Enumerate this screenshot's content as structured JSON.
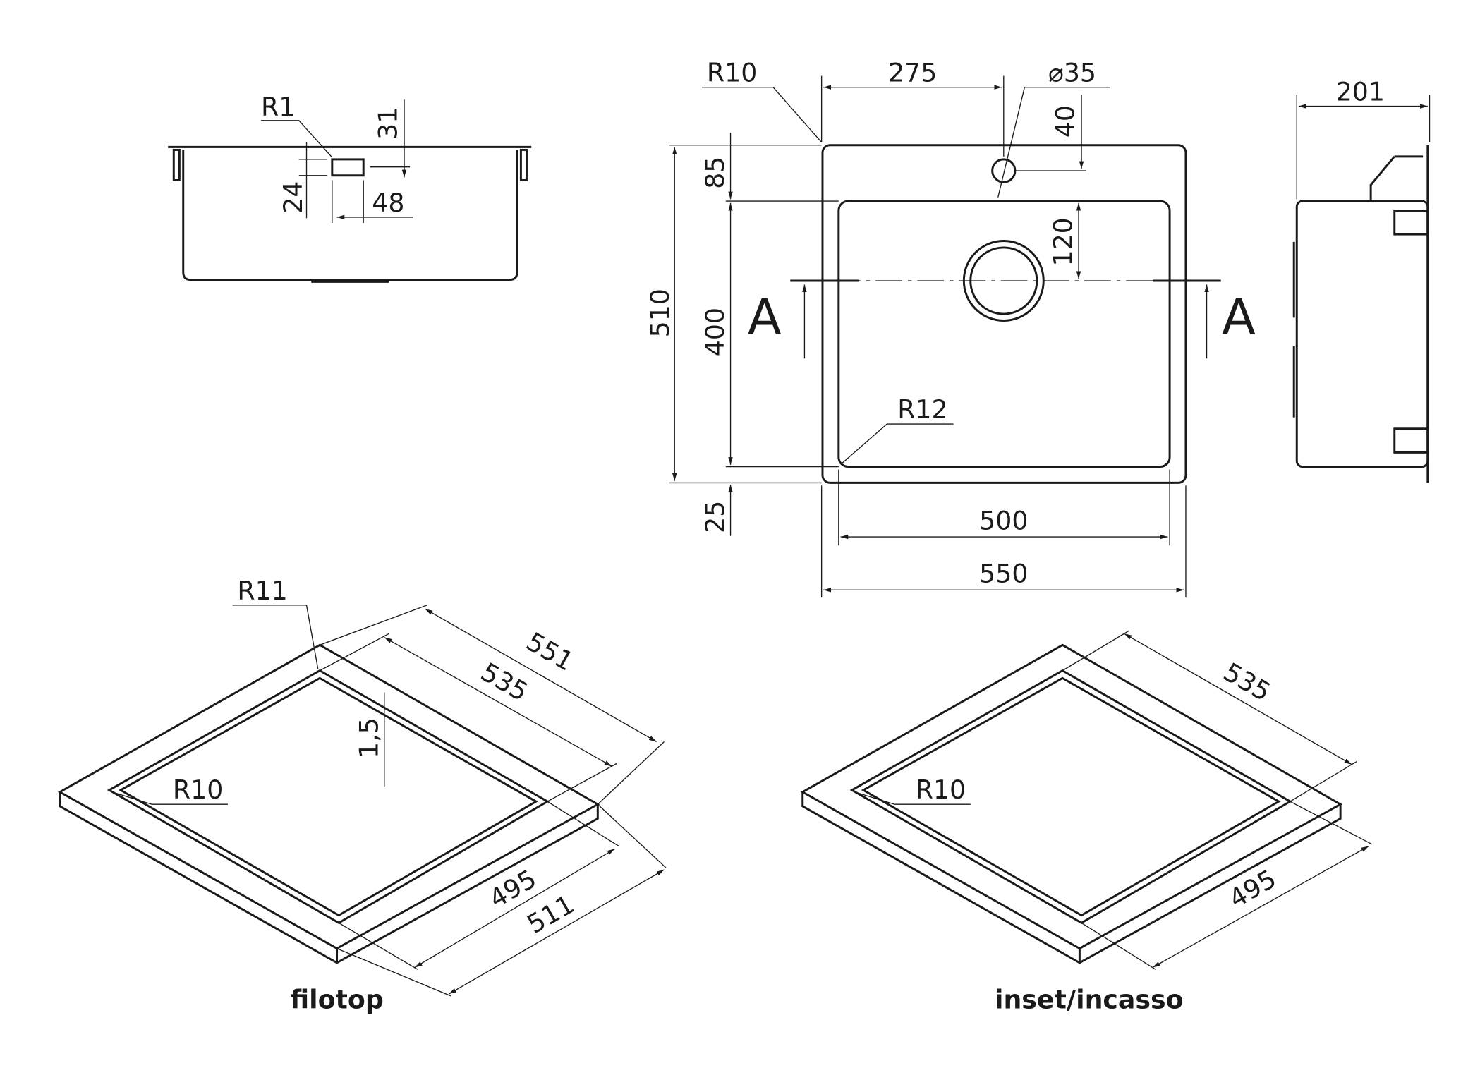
{
  "side_view": {
    "r1": "R1",
    "d31": "31",
    "d24": "24",
    "d48": "48"
  },
  "top_view": {
    "r10": "R10",
    "d275": "275",
    "dia35": "⌀35",
    "d40": "40",
    "d85": "85",
    "d120": "120",
    "d510": "510",
    "d400": "400",
    "d25": "25",
    "r12": "R12",
    "d500": "500",
    "d550": "550",
    "section_left": "A",
    "section_right": "A"
  },
  "end_view": {
    "d201": "201"
  },
  "filotop": {
    "caption": "filotop",
    "r11": "R11",
    "d551": "551",
    "d535": "535",
    "d1_5": "1,5",
    "r10": "R10",
    "d495": "495",
    "d511": "511"
  },
  "inset": {
    "caption": "inset/incasso",
    "d535": "535",
    "r10": "R10",
    "d495": "495"
  }
}
